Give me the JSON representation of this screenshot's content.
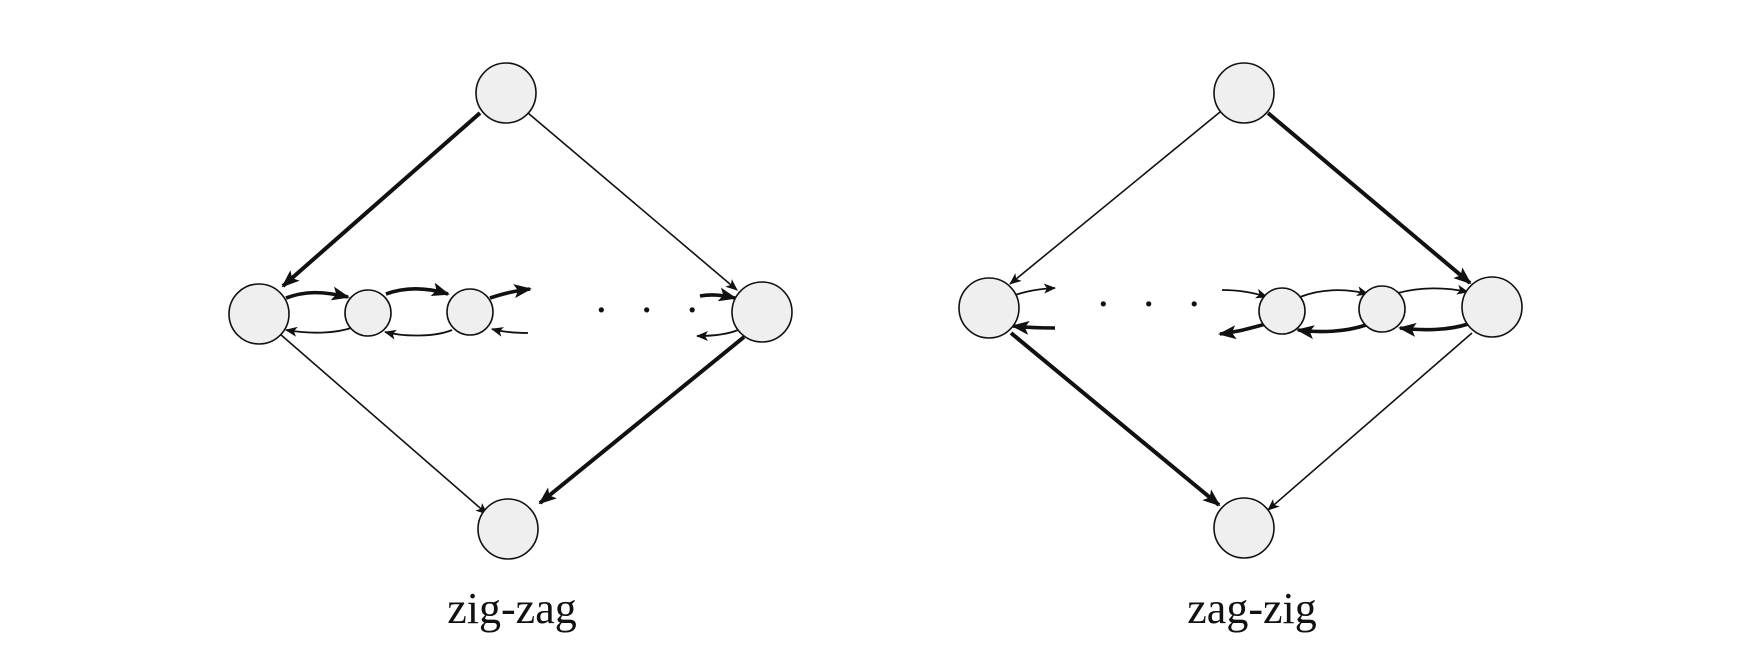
{
  "diagrams": [
    {
      "id": "zig-zag",
      "caption": "zig-zag",
      "ellipsis": "· · ·"
    },
    {
      "id": "zag-zig",
      "caption": "zag-zig",
      "ellipsis": "· · ·"
    }
  ],
  "colors": {
    "node_fill": "#efefef",
    "stroke": "#111111",
    "background": "#ffffff"
  }
}
